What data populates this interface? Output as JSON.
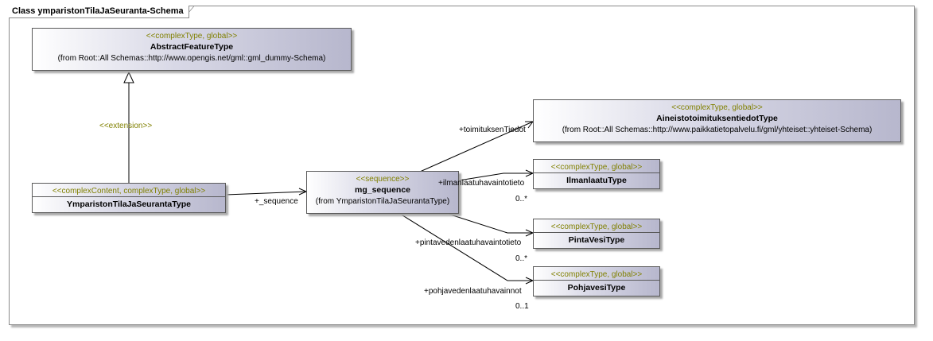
{
  "frame": {
    "title": "Class ymparistonTilaJaSeuranta-Schema"
  },
  "classes": {
    "abstract": {
      "stereotype": "<<complexType, global>>",
      "name": "AbstractFeatureType",
      "from": "(from Root::All Schemas::http://www.opengis.net/gml::gml_dummy-Schema)"
    },
    "ympariston": {
      "stereotype": "<<complexContent, complexType, global>>",
      "name": "YmparistonTilaJaSeurantaType"
    },
    "sequence": {
      "stereotype": "<<sequence>>",
      "name": "mg_sequence",
      "from": "(from YmparistonTilaJaSeurantaType)"
    },
    "aineisto": {
      "stereotype": "<<complexType, global>>",
      "name": "AineistotoimituksentiedotType",
      "from": "(from Root::All Schemas::http://www.paikkatietopalvelu.fi/gml/yhteiset::yhteiset-Schema)"
    },
    "ilmanlaatu": {
      "stereotype": "<<complexType, global>>",
      "name": "IlmanlaatuType"
    },
    "pintavesi": {
      "stereotype": "<<complexType, global>>",
      "name": "PintaVesiType"
    },
    "pohjavesi": {
      "stereotype": "<<complexType, global>>",
      "name": "PohjavesiType"
    }
  },
  "labels": {
    "extension": "<<extension>>",
    "sequence_role": "+_sequence",
    "toimitus_role": "+toimituksenTiedot",
    "ilmanlaatu_role": "+ilmanlaatuhavaintotieto",
    "ilmanlaatu_mult": "0..*",
    "pintavesi_role": "+pintavedenlaatuhavaintotieto",
    "pintavesi_mult": "0..*",
    "pohjavesi_role": "+pohjavedenlaatuhavainnot",
    "pohjavesi_mult": "0..1"
  }
}
